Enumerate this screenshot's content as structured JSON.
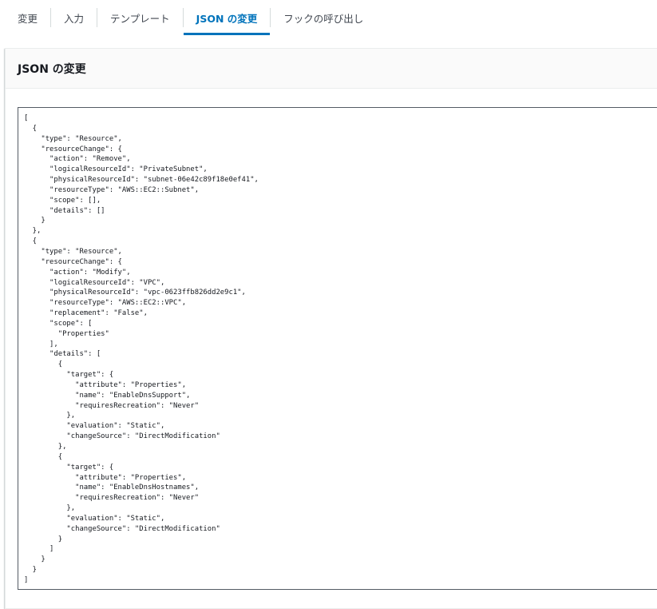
{
  "tabs": [
    {
      "label": "変更",
      "active": false
    },
    {
      "label": "入力",
      "active": false
    },
    {
      "label": "テンプレート",
      "active": false
    },
    {
      "label": "JSON の変更",
      "active": true
    },
    {
      "label": "フックの呼び出し",
      "active": false
    }
  ],
  "panel": {
    "title": "JSON の変更",
    "json_text": "[\n  {\n    \"type\": \"Resource\",\n    \"resourceChange\": {\n      \"action\": \"Remove\",\n      \"logicalResourceId\": \"PrivateSubnet\",\n      \"physicalResourceId\": \"subnet-06e42c89f18e0ef41\",\n      \"resourceType\": \"AWS::EC2::Subnet\",\n      \"scope\": [],\n      \"details\": []\n    }\n  },\n  {\n    \"type\": \"Resource\",\n    \"resourceChange\": {\n      \"action\": \"Modify\",\n      \"logicalResourceId\": \"VPC\",\n      \"physicalResourceId\": \"vpc-0623ffb826dd2e9c1\",\n      \"resourceType\": \"AWS::EC2::VPC\",\n      \"replacement\": \"False\",\n      \"scope\": [\n        \"Properties\"\n      ],\n      \"details\": [\n        {\n          \"target\": {\n            \"attribute\": \"Properties\",\n            \"name\": \"EnableDnsSupport\",\n            \"requiresRecreation\": \"Never\"\n          },\n          \"evaluation\": \"Static\",\n          \"changeSource\": \"DirectModification\"\n        },\n        {\n          \"target\": {\n            \"attribute\": \"Properties\",\n            \"name\": \"EnableDnsHostnames\",\n            \"requiresRecreation\": \"Never\"\n          },\n          \"evaluation\": \"Static\",\n          \"changeSource\": \"DirectModification\"\n        }\n      ]\n    }\n  }\n]"
  },
  "colors": {
    "active_tab": "#0073bb",
    "text": "#16191f",
    "muted_text": "#414750",
    "border": "#545b64"
  }
}
